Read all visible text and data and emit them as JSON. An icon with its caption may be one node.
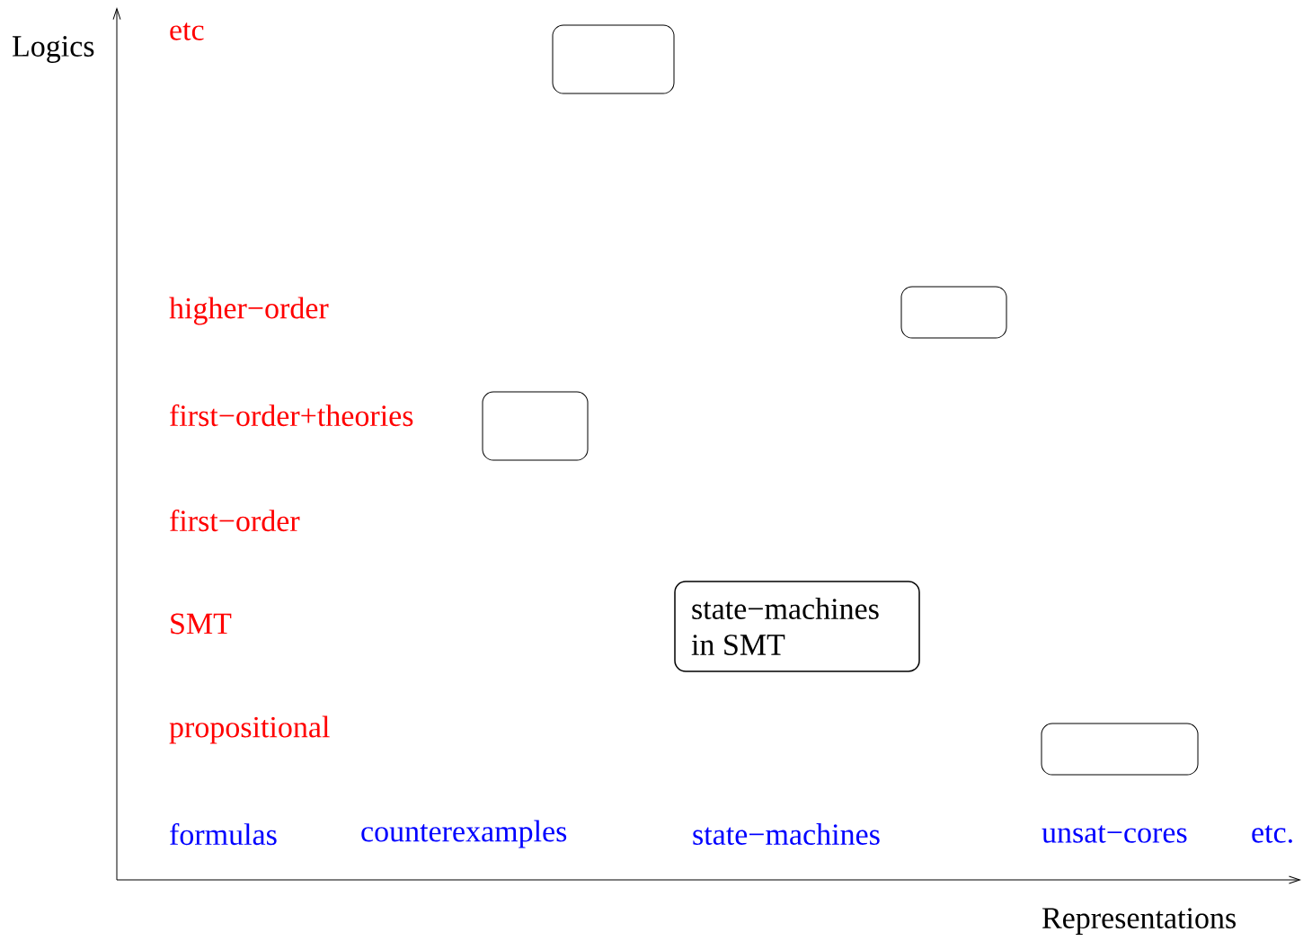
{
  "diagram": {
    "nodes": [
      {
        "text": [],
        "shape": "box"
      },
      {
        "text": [],
        "shape": "box"
      },
      {
        "text": [],
        "shape": "box"
      },
      {
        "text": [
          "state−machines in SMT"
        ]
      },
      {
        "text": [],
        "shape": "box"
      }
    ],
    "labels": [
      "Logics",
      "etc",
      "higher−order",
      "first−order+theories",
      "first−order",
      "SMT",
      "propositional",
      "formulas",
      "counterexamples",
      "state−machines",
      "unsat−cores",
      "etc.",
      "Representations"
    ]
  }
}
